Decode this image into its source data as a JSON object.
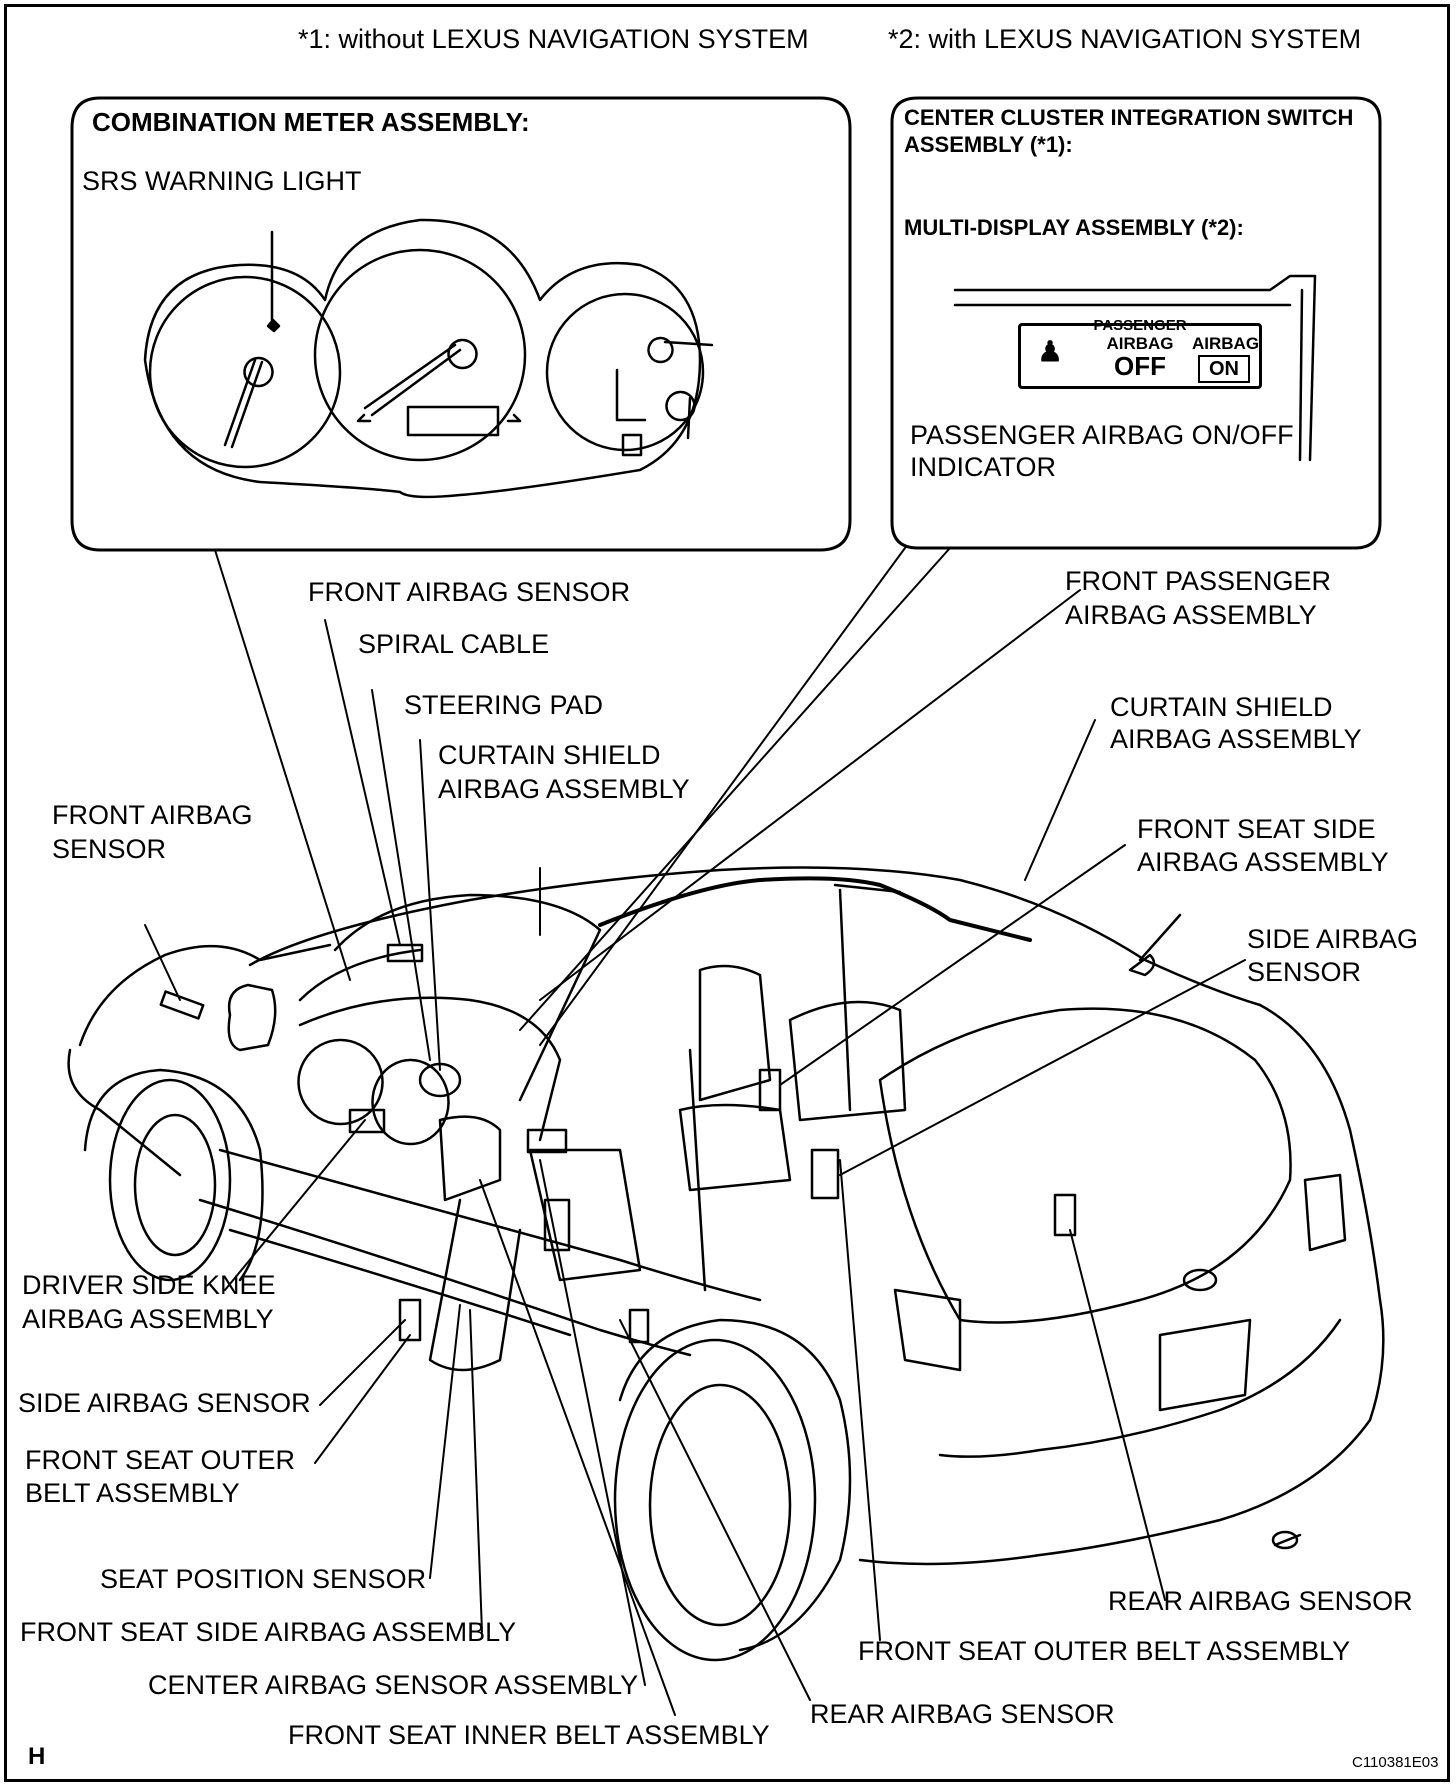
{
  "header": {
    "note1": "*1: without LEXUS NAVIGATION SYSTEM",
    "note2": "*2: with LEXUS NAVIGATION SYSTEM"
  },
  "combination_meter_box": {
    "title": "COMBINATION METER ASSEMBLY:",
    "srs_label": "SRS WARNING LIGHT"
  },
  "center_cluster_box": {
    "title_line1": "CENTER CLUSTER INTEGRATION SWITCH",
    "title_line2": "ASSEMBLY (*1):",
    "multi_display": "MULTI-DISPLAY ASSEMBLY (*2):",
    "indicator_passenger": "PASSENGER",
    "indicator_airbag": "AIRBAG",
    "indicator_off": "OFF",
    "indicator_airbag2": "AIRBAG",
    "indicator_on": "ON",
    "indicator_label_line1": "PASSENGER AIRBAG ON/OFF",
    "indicator_label_line2": "INDICATOR"
  },
  "labels": {
    "front_airbag_sensor_top": "FRONT AIRBAG SENSOR",
    "spiral_cable": "SPIRAL CABLE",
    "steering_pad": "STEERING PAD",
    "curtain_shield_left_1": "CURTAIN SHIELD",
    "curtain_shield_left_2": "AIRBAG ASSEMBLY",
    "front_airbag_sensor_left_1": "FRONT AIRBAG",
    "front_airbag_sensor_left_2": "SENSOR",
    "front_passenger_airbag_1": "FRONT PASSENGER",
    "front_passenger_airbag_2": "AIRBAG ASSEMBLY",
    "curtain_shield_right_1": "CURTAIN SHIELD",
    "curtain_shield_right_2": "AIRBAG ASSEMBLY",
    "front_seat_side_airbag_right_1": "FRONT SEAT SIDE",
    "front_seat_side_airbag_right_2": "AIRBAG ASSEMBLY",
    "side_airbag_sensor_right_1": "SIDE AIRBAG",
    "side_airbag_sensor_right_2": "SENSOR",
    "driver_knee_1": "DRIVER SIDE KNEE",
    "driver_knee_2": "AIRBAG ASSEMBLY",
    "side_airbag_sensor_left": "SIDE AIRBAG SENSOR",
    "front_seat_outer_belt_left_1": "FRONT SEAT OUTER",
    "front_seat_outer_belt_left_2": "BELT ASSEMBLY",
    "seat_position_sensor": "SEAT POSITION SENSOR",
    "front_seat_side_airbag_bottom": "FRONT SEAT SIDE AIRBAG ASSEMBLY",
    "center_airbag_sensor": "CENTER AIRBAG SENSOR ASSEMBLY",
    "front_seat_inner_belt": "FRONT SEAT INNER BELT ASSEMBLY",
    "rear_airbag_sensor_bottom": "REAR AIRBAG SENSOR",
    "front_seat_outer_belt_bottom": "FRONT SEAT OUTER BELT ASSEMBLY",
    "rear_airbag_sensor_right": "REAR AIRBAG SENSOR"
  },
  "footer": {
    "left_mark": "H",
    "code": "C110381E03"
  }
}
